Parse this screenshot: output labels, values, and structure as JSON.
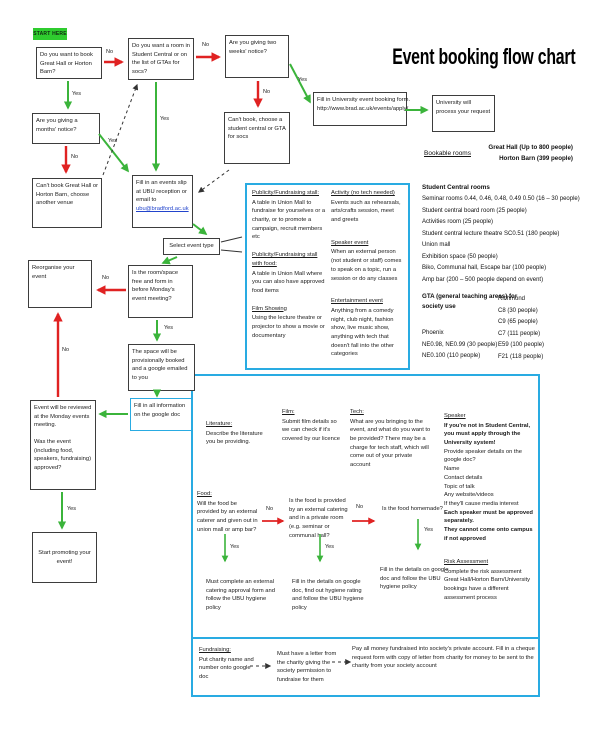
{
  "title": "Event booking flow chart",
  "start": "START HERE",
  "labels": {
    "yes": "Yes",
    "no": "No"
  },
  "nodes": {
    "book_great_hall": "Do you want to book Great Hall or Horton Barn?",
    "room_student_central": "Do you want a room in Student Central or on the list of GTAs for socs?",
    "two_weeks_notice": "Are you giving two weeks' notice?",
    "cant_book_choose_sc": "Can't book, choose a student central or GTA for socs",
    "uni_booking_form": "Fill in University event booking form.",
    "uni_booking_url": "http://www.brad.ac.uk/events/apply/",
    "uni_process": "University will process your request",
    "months_notice": "Are you giving a months' notice?",
    "cant_book_gh": "Can't book Great Hall or Horton Barn, choose another venue",
    "events_slip": "Fill in an events slip at UBU reception or email to",
    "events_slip_email": "ubu@bradford.ac.uk",
    "select_event_type": "Select event type",
    "room_free": "Is the room/space free and form in before Monday's event meeting?",
    "reorganise": "Reorganise your event",
    "provisional": "The space will be provisionally booked and a google emailed to you",
    "fill_google_doc": "Fill in all information on the google doc",
    "review_1": "Event will be reviewed at the Monday events meeting.",
    "review_2": "Was the event (including food, speakers, fundraising) approved?",
    "promote": "Start promoting your event!"
  },
  "event_types": {
    "col1": [
      {
        "h": "Publicity/Fundraising stall:",
        "b": "A table in Union Mall to fundraise for yourselves or a charity, or to promote a campaign, recruit members etc"
      },
      {
        "h": "Publicity/Fundraising stall with food:",
        "b": "A table in Union Mall where you can also have approved food items"
      },
      {
        "h": "Film Showing",
        "b": "Using the lecture theatre or projector to show a movie or documentary"
      }
    ],
    "col2": [
      {
        "h": "Activity (no tech needed)",
        "b": "Events such as rehearsals, arts/crafts session, meet and greets"
      },
      {
        "h": "Speaker event",
        "b": "When an external person (not student or staff) comes to speak on a topic, run a session or do any classes"
      },
      {
        "h": "Entertainment event",
        "b": "Anything from a comedy night, club night, fashion show, live music show, anything with tech that doesn't fall into the other categories"
      }
    ]
  },
  "rooms": {
    "bookable_heading": "Bookable rooms",
    "great_hall": "Great Hall (Up to 800 people)",
    "horton_barn": "Horton Barn (399 people)",
    "sc_heading": "Student Central rooms",
    "sc_items": [
      "Seminar rooms 0.44, 0.46, 0.48, 0.49 0.50 (16 – 30 people)",
      "Student central board room (25 people)",
      "Activities room (25 people)",
      "Student central lecture theatre SC0.51 (180 people)",
      "Union mall",
      "Exhibition space (50 people)",
      "Biko, Communal hall, Escape bar (100 people)",
      "Amp bar (200 – 500 people depend on event)"
    ],
    "gta_heading": "GTA (general teaching areas) for society use",
    "phoenix_heading": "Phoenix",
    "phoenix_items": [
      "NE0.98, NE0.99 (30 people)",
      "NE0.100 (110 people)"
    ],
    "richmond_heading": "Richmond",
    "richmond_items": [
      "C8 (30 people)",
      "C9 (65 people)",
      "C7 (111 people)",
      "E59 (100 people)",
      "F21 (118 people)"
    ]
  },
  "details": {
    "literature": {
      "h": "Literature:",
      "b": "Describe the literature you be providing."
    },
    "film": {
      "h": "Film:",
      "b": "Submit film details so we can check if it's covered by our licence"
    },
    "tech": {
      "h": "Tech:",
      "b": "What are you bringing to the event, and what do you want to be provided? There may be a charge for tech staff, which will come out of your private account"
    },
    "speaker": {
      "h": "Speaker",
      "lines": [
        {
          "t": "If you're not in Student Central, you must apply through the University system!"
        },
        {
          "t": "Provide speaker details on the google doc?"
        },
        {
          "t": "Name"
        },
        {
          "t": "Contact details"
        },
        {
          "t": "Topic of talk"
        },
        {
          "t": "Any website/videos"
        },
        {
          "t": "If they'll cause media interest"
        },
        {
          "t": "Each speaker must be approved separately."
        },
        {
          "t": "They cannot come onto campus if not approved"
        }
      ]
    },
    "food": {
      "h": "Food:",
      "q1": "Will the food be provided by an external caterer and given out in union mall or amp bar?",
      "q2": "Is the food is provided by an external catering and in a private room (e.g. seminar or communal hall?",
      "q3": "Is the food homemade?",
      "r1": "Must complete an external catering approval form and follow the UBU hygiene policy",
      "r2": "Fill in the details on google doc, find out hygiene rating and follow the UBU hygiene policy",
      "r3": "Fill in the details on google doc and follow the UBU hygiene policy"
    },
    "risk": {
      "h": "Risk Assessment",
      "b1": "Complete the risk assessment",
      "b2": "Great Hall/Horton Barn/University bookings have a different assessment process"
    },
    "fundraising": {
      "h": "Fundraising:",
      "s1": "Put charity name and number onto google doc",
      "s2": "Must have a letter from the charity giving the society permission to fundraise for them",
      "s3": "Pay all money fundraised into society's private account. Fill in a cheque request form with copy of letter from charity for money to be sent to the charity from your society account"
    }
  },
  "colors": {
    "green": "#3BB43B",
    "red": "#E02222",
    "cyan": "#29ABE2"
  }
}
